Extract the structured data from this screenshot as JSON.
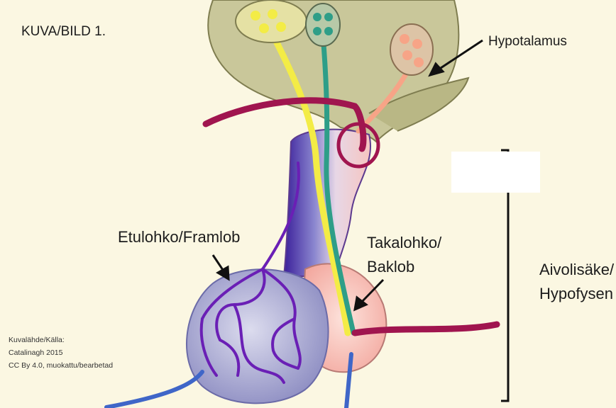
{
  "figure": {
    "title": "KUVA/BILD 1.",
    "labels": {
      "hypothalamus": "Hypotalamus",
      "anterior_lobe": "Etulohko/Framlob",
      "posterior_lobe": "Takalohko/\nBaklob",
      "pituitary": "Aivolisäke/\nHypofysen"
    },
    "credit": "Kuvalähde/Källa:\nCatalinagh 2015\nCC By 4.0, muokattu/bearbetad"
  },
  "colors": {
    "background": "#fbf7e2",
    "hypothalamus_tissue": "#c9c79a",
    "anterior_lobe": "#a9a9d0",
    "posterior_lobe": "#f5b7ae",
    "artery": "#a0154f",
    "portal_vessels": "#6a1fb5",
    "vein": "#3f66c8",
    "neuron_yellow": "#f3ec46",
    "neuron_teal": "#2e9e88",
    "neuron_orange": "#f7a487"
  }
}
